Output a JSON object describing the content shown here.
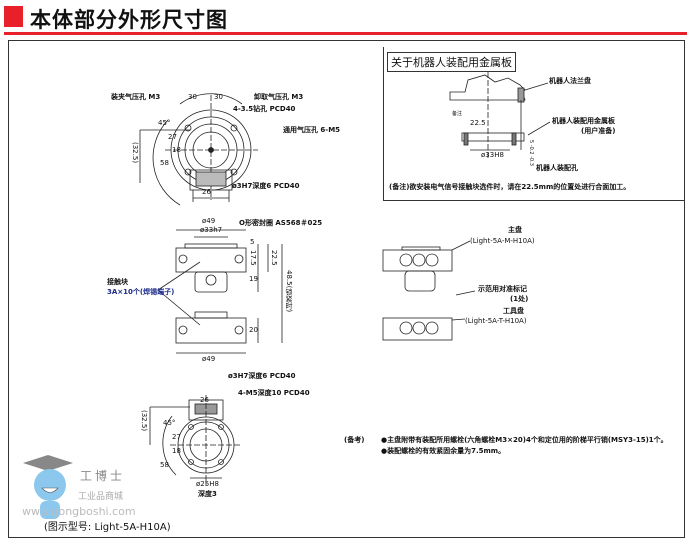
{
  "title": "本体部分外形尺寸图",
  "top_view": {
    "clamp_port": "装夹气压孔 M3",
    "release_port": "卸取气压孔 M3",
    "drill_holes": "4-3.5钻孔 PCD40",
    "common_port": "通用气压孔 6-M5",
    "dowel": "ø3H7深度6 PCD40",
    "dims": [
      "30",
      "30",
      "45°",
      "27",
      "18",
      "58",
      "(32.5)",
      "26"
    ]
  },
  "side_view": {
    "d49_top": "ø49",
    "d33": "ø33h7",
    "oring": "O形密封圈 AS568＃025",
    "contact_label": "接触块",
    "contact_spec": "3A×10个(焊锡端子)",
    "dims": [
      "5",
      "17.5",
      "22.5",
      "19",
      "48.5(锁紧时)",
      "20"
    ],
    "d49_bottom": "ø49"
  },
  "bottom_view": {
    "dowel": "ø3H7深度6 PCD40",
    "tapped": "4-M5深度10 PCD40",
    "d25": "ø25H8",
    "depth": "深度3",
    "dims": [
      "26",
      "(32.5)",
      "45°",
      "27",
      "18",
      "58"
    ]
  },
  "plate": {
    "title": "关于机器人装配用金属板",
    "flange": "机器人法兰盘",
    "metal_plate": "机器人装配用金属板",
    "user_prep": "(用户准备)",
    "note_tag": "备注",
    "d22": "22.5",
    "d33": "ø33H8",
    "depth_dim": "5 -0.2 -0.3",
    "mount_hole": "机器人装配孔",
    "note": "(备注)欲安装电气信号接触块选件时，请在22.5mm的位置处进行合面加工。"
  },
  "assembly": {
    "master": "主盘",
    "master_model": "(Light-5A-M-H10A)",
    "align_mark": "示范用对准标记",
    "align_count": "(1处)",
    "tool": "工具盘",
    "tool_model": "(Light-5A-T-H10A)"
  },
  "remarks": {
    "label": "(备考)",
    "line1": "●主盘附带有装配所用螺栓(六角螺栓M3×20)4个和定位用的阶梯平行销(MSY3-15)1个。",
    "line2": "●装配螺栓的有效紧固余量为7.5mm。"
  },
  "model": "(图示型号: Light-5A-H10A)",
  "watermark": {
    "brand": "工博士",
    "sub": "工业品商城",
    "url": "www.gongboshi.com"
  },
  "colors": {
    "accent": "#e8202a"
  }
}
